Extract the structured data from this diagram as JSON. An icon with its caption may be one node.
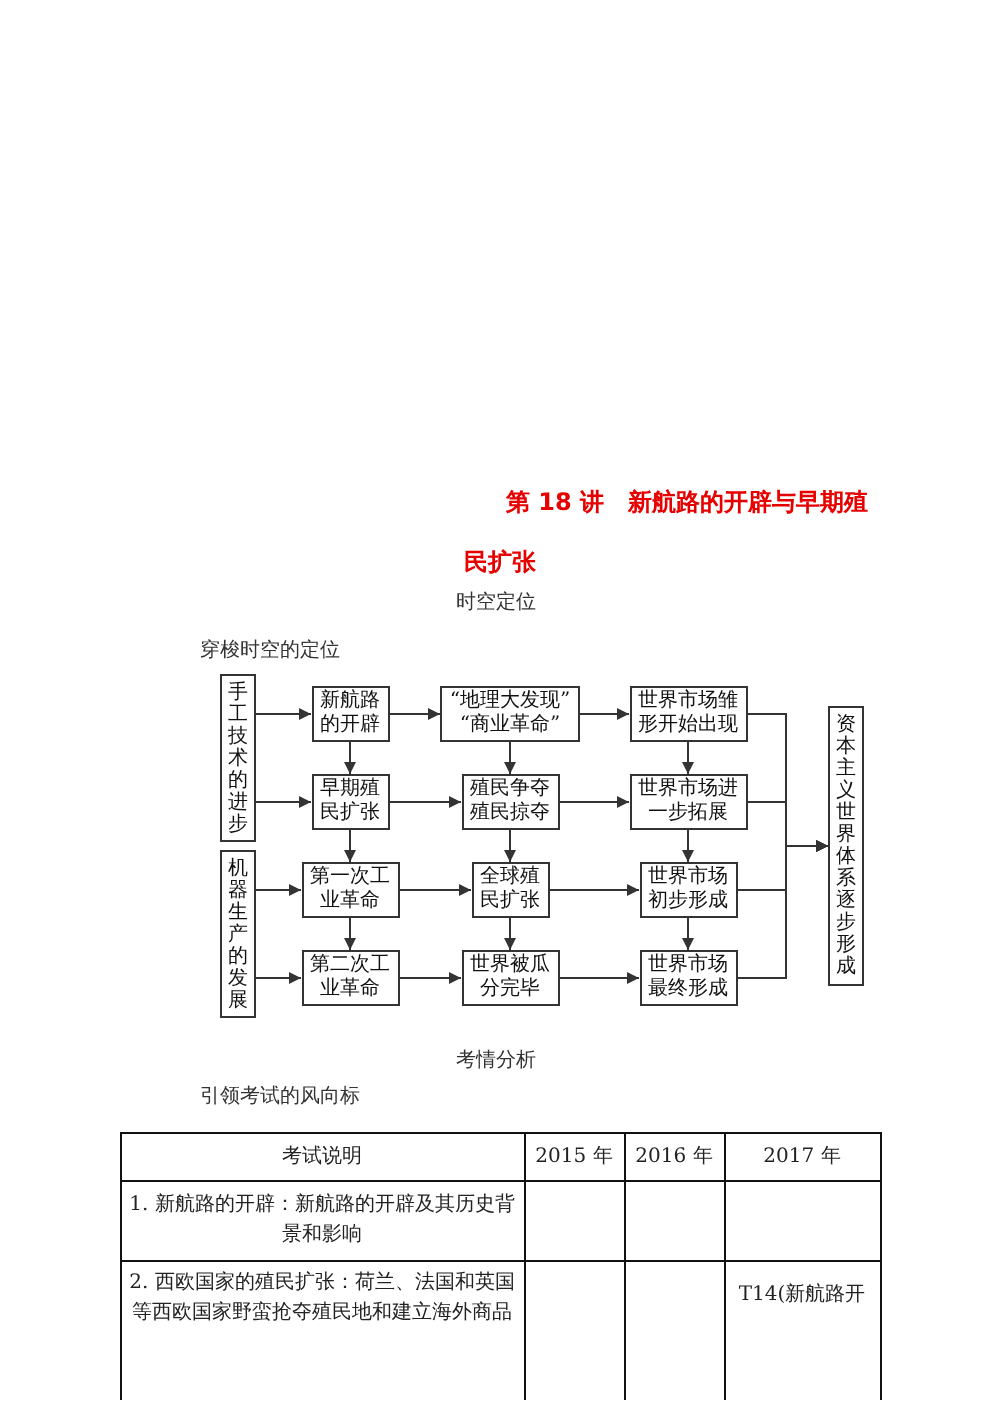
{
  "diagram": {
    "title": "第 18 讲　新航路的开辟与早期殖民扩张",
    "nodes": [
      {
        "text": [
          "手工技术的进步"
        ]
      },
      {
        "text": [
          "机器生产的发展"
        ]
      },
      {
        "text": [
          "新航路的开辟"
        ]
      },
      {
        "text": [
          "“地理大发现”“商业革命”"
        ]
      },
      {
        "text": [
          "世界市场雏形开始出现"
        ]
      },
      {
        "text": [
          "早期殖民扩张"
        ]
      },
      {
        "text": [
          "殖民争夺殖民掠夺"
        ]
      },
      {
        "text": [
          "世界市场进一步拓展"
        ]
      },
      {
        "text": [
          "第一次工业革命"
        ]
      },
      {
        "text": [
          "全球殖民扩张"
        ]
      },
      {
        "text": [
          "世界市场初步形成"
        ]
      },
      {
        "text": [
          "第二次工业革命"
        ]
      },
      {
        "text": [
          "世界被瓜分完毕"
        ]
      },
      {
        "text": [
          "世界市场最终形成"
        ]
      },
      {
        "text": [
          "资本主义世界体系逐步形成"
        ]
      }
    ],
    "edges": [
      {
        "from": 0,
        "to": 2,
        "arrow": "to"
      },
      {
        "from": 0,
        "to": 5,
        "arrow": "to"
      },
      {
        "from": 1,
        "to": 8,
        "arrow": "to"
      },
      {
        "from": 1,
        "to": 11,
        "arrow": "to"
      },
      {
        "from": 2,
        "to": 3,
        "arrow": "to"
      },
      {
        "from": 3,
        "to": 4,
        "arrow": "to"
      },
      {
        "from": 5,
        "to": 6,
        "arrow": "to"
      },
      {
        "from": 6,
        "to": 7,
        "arrow": "to"
      },
      {
        "from": 8,
        "to": 9,
        "arrow": "to"
      },
      {
        "from": 9,
        "to": 10,
        "arrow": "to"
      },
      {
        "from": 11,
        "to": 12,
        "arrow": "to"
      },
      {
        "from": 12,
        "to": 13,
        "arrow": "to"
      },
      {
        "from": 2,
        "to": 5,
        "arrow": "to"
      },
      {
        "from": 5,
        "to": 8,
        "arrow": "to"
      },
      {
        "from": 8,
        "to": 11,
        "arrow": "to"
      },
      {
        "from": 3,
        "to": 6,
        "arrow": "to"
      },
      {
        "from": 6,
        "to": 9,
        "arrow": "to"
      },
      {
        "from": 9,
        "to": 12,
        "arrow": "to"
      },
      {
        "from": 4,
        "to": 7,
        "arrow": "to"
      },
      {
        "from": 7,
        "to": 10,
        "arrow": "to"
      },
      {
        "from": 10,
        "to": 13,
        "arrow": "to"
      },
      {
        "from": 4,
        "to": 14,
        "arrow": "to"
      },
      {
        "from": 7,
        "to": 14,
        "arrow": "to"
      },
      {
        "from": 10,
        "to": 14,
        "arrow": "to"
      },
      {
        "from": 13,
        "to": 14,
        "arrow": "to"
      }
    ],
    "labels": [
      "时空定位",
      "穿梭时空的定位",
      "考情分析",
      "引领考试的风向标",
      "考试说明",
      "2015 年",
      "2016 年",
      "2017 年",
      "1. 新航路的开辟：新航路的开辟及其历史背景和影响",
      "2. 西欧国家的殖民扩张：荷兰、法国和英国等西欧国家野蛮抢夺殖民地和建立海外商品",
      "T14(新航路开"
    ]
  }
}
